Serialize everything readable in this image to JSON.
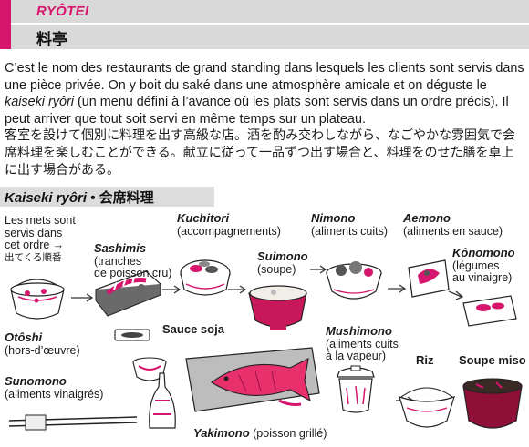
{
  "header": {
    "title": "RYÔTEI",
    "kanji": "料亭",
    "accent_color": "#d6156c",
    "band_color": "#d9d9d9"
  },
  "intro": {
    "fr_before_italic": "C’est le nom des restaurants de grand standing dans lesquels les clients sont ser­vis dans une pièce privée. On y boit du saké dans une atmosphère amicale et on déguste le ",
    "fr_italic": "kaiseki ryôri",
    "fr_after_italic": " (un menu défini à l’avance où les plats sont servis dans un ordre précis). Il peut arriver que tout soit servi en même temps sur un plateau.",
    "jp": "客室を設けて個別に料理を出す高級な店。酒を酌み交わしながら、なごやかな雰囲気で会席料理を楽しむことができる。献立に従って一品ずつ出す場合と、料理をのせた膳を卓上に出す場合がある。"
  },
  "section": {
    "title_italic": "Kaiseki ryôri",
    "bullet": "•",
    "title_jp": "会席料理"
  },
  "order_note": {
    "line1": "Les mets sont",
    "line2": "servis dans",
    "line3": "cet ordre →",
    "jp": "出てくる順番"
  },
  "dishes": {
    "otoshi": {
      "name": "Otôshi",
      "desc": "(hors-d’œuvre)"
    },
    "sashimis": {
      "name": "Sashimis",
      "desc1": "(tranches",
      "desc2": "de poisson cru)"
    },
    "kuchitori": {
      "name": "Kuchitori",
      "desc": "(accompagnements)"
    },
    "suimono": {
      "name": "Suimono",
      "desc": "(soupe)"
    },
    "nimono": {
      "name": "Nimono",
      "desc": "(aliments cuits)"
    },
    "aemono": {
      "name": "Aemono",
      "desc": "(aliments en sauce)"
    },
    "konomono": {
      "name": "Kônomono",
      "desc1": "(légumes",
      "desc2": "au vinaigre)"
    },
    "sauce_soja": {
      "name": "Sauce soja"
    },
    "mushimono": {
      "name": "Mushimono",
      "desc1": "(aliments cuits",
      "desc2": "à la vapeur)"
    },
    "riz": {
      "name": "Riz"
    },
    "soupe_miso": {
      "name": "Soupe miso"
    },
    "sunomono": {
      "name": "Sunomono",
      "desc": "(aliments vinaigrés)"
    },
    "yakimono": {
      "name": "Yakimono",
      "desc": " (poisson grillé)"
    }
  }
}
